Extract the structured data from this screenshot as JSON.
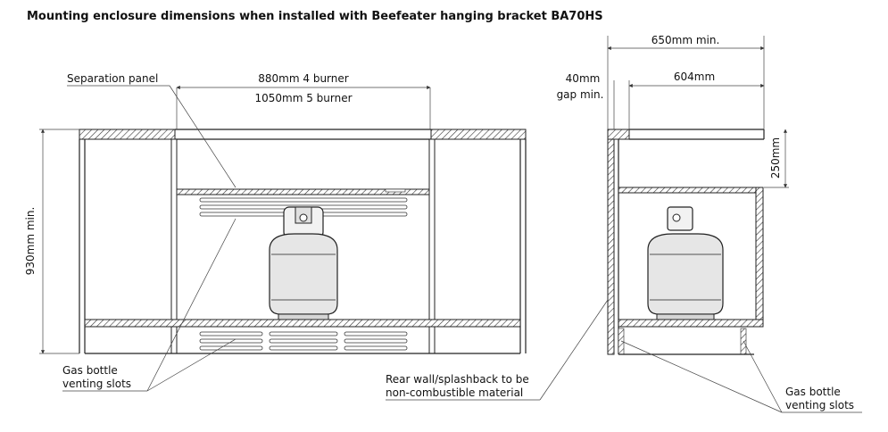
{
  "title": "Mounting enclosure dimensions when installed with Beefeater hanging bracket BA70HS",
  "front_view": {
    "separation_panel": "Separation panel",
    "width_4_burner": "880mm 4 burner",
    "width_5_burner": "1050mm 5 burner",
    "height_min": "930mm min.",
    "venting_slots_line1": "Gas bottle",
    "venting_slots_line2": "venting slots"
  },
  "side_view": {
    "depth_min": "650mm min.",
    "gap_line1": "40mm",
    "gap_line2": "gap min.",
    "inner_depth": "604mm",
    "panel_height": "250mm",
    "rear_wall_line1": "Rear wall/splashback to be",
    "rear_wall_line2": "non-combustible material",
    "venting_slots_line1": "Gas bottle",
    "venting_slots_line2": "venting slots"
  }
}
